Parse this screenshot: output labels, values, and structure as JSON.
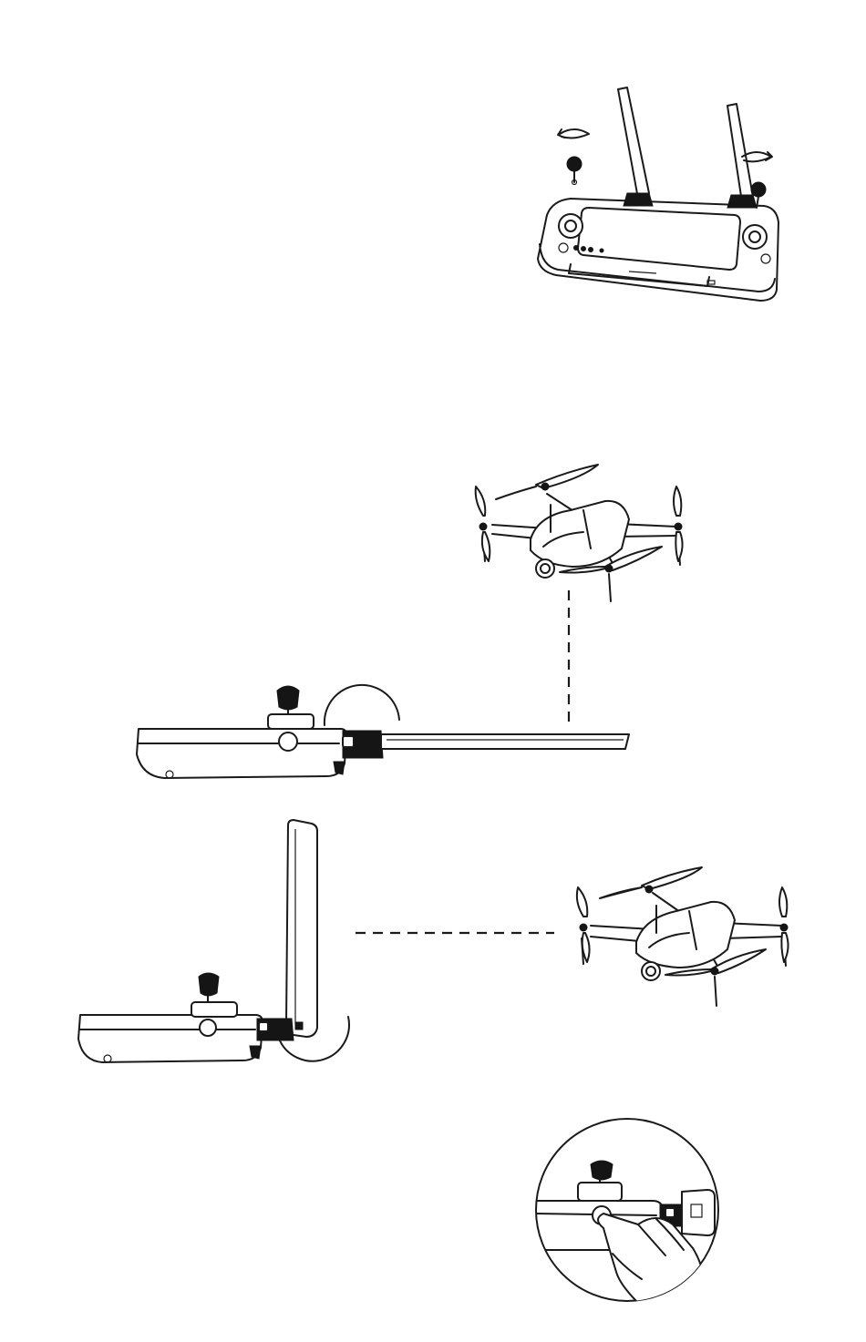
{
  "figures": [
    {
      "id": "antenna-unfold"
    },
    {
      "id": "parallel-antenna-orientation"
    },
    {
      "id": "perpendicular-antenna-orientation"
    },
    {
      "id": "power-button-press"
    }
  ],
  "colors": {
    "line": "#1a1a1a",
    "background": "#ffffff"
  }
}
